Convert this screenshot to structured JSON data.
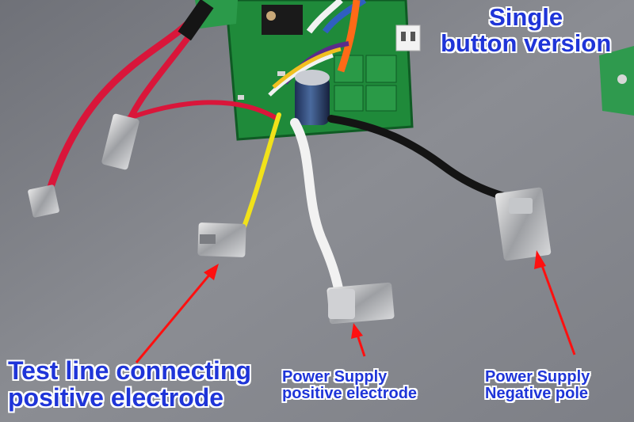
{
  "labels": {
    "single_button": [
      "Single",
      "button version"
    ],
    "test_line": [
      "Test line connecting",
      "positive electrode"
    ],
    "power_positive": [
      "Power Supply",
      "positive electrode"
    ],
    "power_negative": [
      "Power Supply",
      "Negative pole"
    ]
  },
  "colors": {
    "label_blue": "#1f35d8",
    "arrow_red": "#ff1010",
    "pcb_green": "#1f8a3a",
    "wire_red": "#d9163a",
    "wire_yellow": "#f1e21a",
    "wire_white": "#f2f2f2",
    "wire_black": "#141414"
  }
}
